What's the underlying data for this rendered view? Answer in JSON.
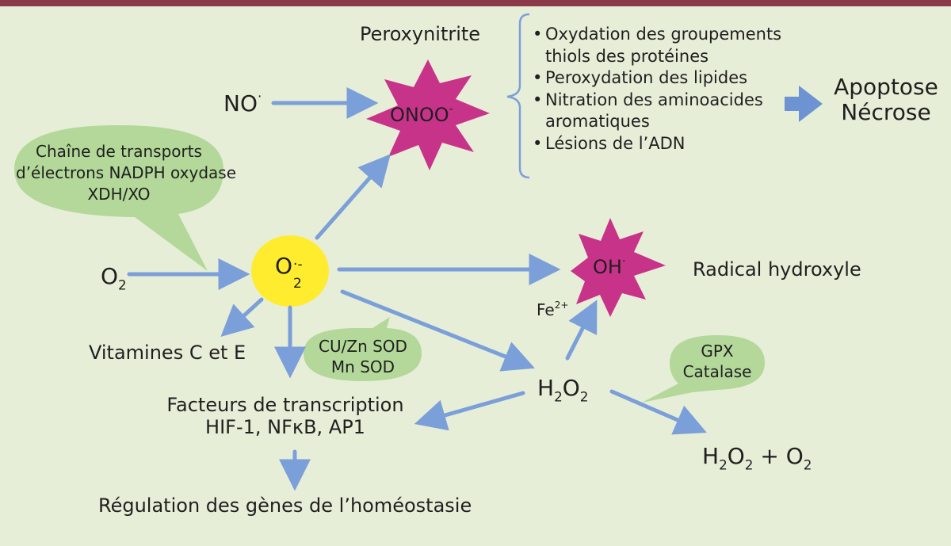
{
  "colors": {
    "background": "#e7eed8",
    "top_bar": "#8b3a4a",
    "arrow": "#7b9fd8",
    "star": "#c8338a",
    "superoxide_circle": "#ffec2e",
    "speech_bubble": "#b3d89a"
  },
  "nodes": {
    "peroxynitrite_label": "Peroxynitrite",
    "onoo": {
      "base": "ONOO",
      "sup": "-"
    },
    "no": {
      "base": "NO",
      "sup": "·"
    },
    "o2": {
      "base": "O",
      "sub": "2"
    },
    "superoxide": {
      "base": "O",
      "sup": "·-",
      "sub": "2"
    },
    "oh": {
      "base": "OH",
      "sup": "·"
    },
    "radical_hydroxyle": "Radical hydroxyle",
    "fe": {
      "base": "Fe",
      "sup": "2+"
    },
    "h2o2": {
      "h": "H",
      "sub1": "2",
      "o": "O",
      "sub2": "2"
    },
    "h2o2_o2": {
      "h": "H",
      "sub1": "2",
      "o": "O",
      "sub2": "2",
      "plus": "+ O",
      "sub3": "2"
    },
    "vitamines": "Vitamines C et E",
    "facteurs_line1": "Facteurs de transcription",
    "facteurs_line2": "HIF-1, NFκB, AP1",
    "regulation": "Régulation des gènes de l’homéostasie",
    "apoptose": "Apoptose",
    "necrose": "Nécrose"
  },
  "bubbles": {
    "chaine": [
      "Chaîne de transports",
      "d’électrons NADPH oxydase",
      "XDH/XO"
    ],
    "sod": [
      "CU/Zn SOD",
      "Mn SOD"
    ],
    "gpx": [
      "GPX",
      "Catalase"
    ]
  },
  "effects": [
    {
      "bullet": "•",
      "lines": [
        "Oxydation des groupements",
        "thiols des protéines"
      ]
    },
    {
      "bullet": "•",
      "lines": [
        "Peroxydation des lipides"
      ]
    },
    {
      "bullet": "•",
      "lines": [
        "Nitration des aminoacides",
        "aromatiques"
      ]
    },
    {
      "bullet": "•",
      "lines": [
        "Lésions de l’ADN"
      ]
    }
  ]
}
